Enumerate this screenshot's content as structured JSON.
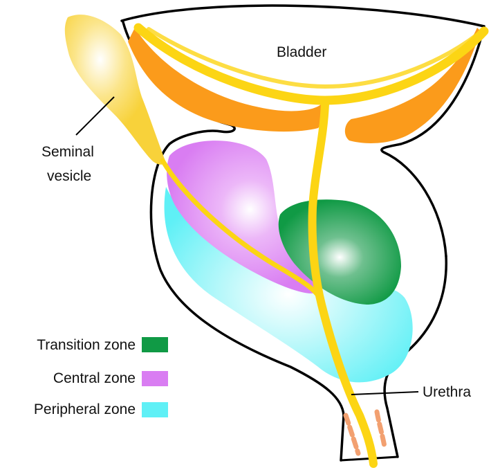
{
  "labels": {
    "bladder": "Bladder",
    "seminal_vesicle_line1": "Seminal",
    "seminal_vesicle_line2": "vesicle",
    "urethra": "Urethra"
  },
  "legend": [
    {
      "label": "Transition zone",
      "color": "#109a45"
    },
    {
      "label": "Central zone",
      "color": "#d97df2"
    },
    {
      "label": "Peripheral zone",
      "color": "#5ff0f6"
    }
  ],
  "colors": {
    "bladder_wall": "#fb9b1b",
    "urethra": "#fcd514",
    "seminal_vesicle": "#f8d23a",
    "sphincter": "#f2a070",
    "outline": "#000000"
  }
}
